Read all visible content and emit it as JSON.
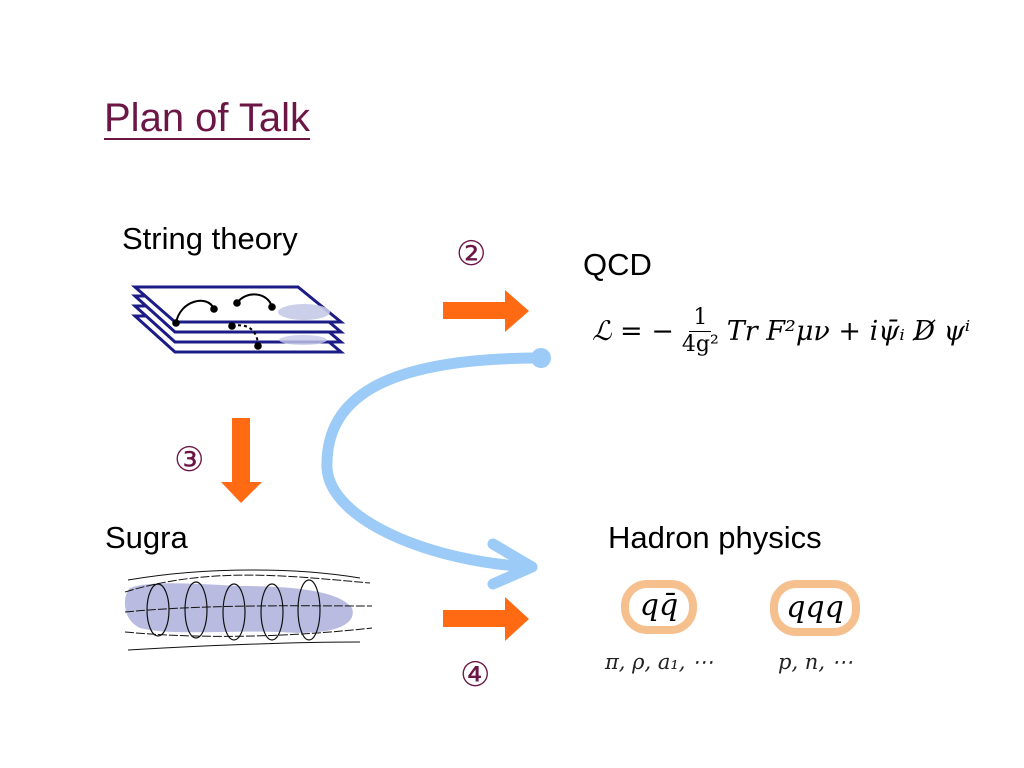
{
  "slide": {
    "title": "Plan of Talk",
    "nodes": {
      "string_theory": "String theory",
      "qcd": "QCD",
      "sugra": "Sugra",
      "hadron": "Hadron physics"
    },
    "steps": {
      "two": "②",
      "three": "③",
      "four": "④"
    },
    "formula": {
      "lhs": "ℒ = −",
      "num": "1",
      "den": "4g²",
      "rest": "Tr F²μν + iψ̄ᵢ D̸ ψⁱ"
    },
    "mesons": {
      "core": "qq̄",
      "examples": "π, ρ, a₁, ⋯"
    },
    "baryons": {
      "core": "qqq",
      "examples": "p, n, ⋯"
    },
    "colors": {
      "title": "#6b1645",
      "arrow": "#ff6a13",
      "curve": "#9ccbf7",
      "branes": "#1c1c86",
      "blob": "#f6c08e",
      "sugra_fill": "#b9bce0"
    }
  }
}
